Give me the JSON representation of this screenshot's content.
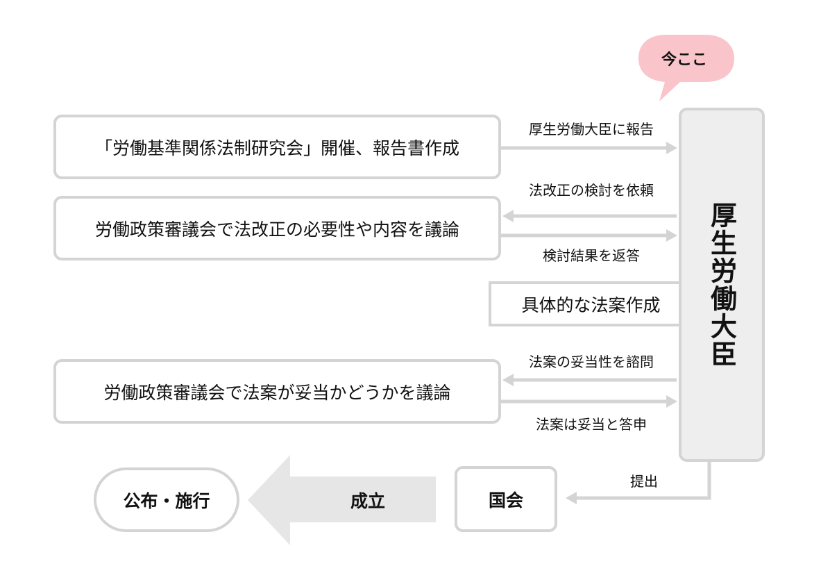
{
  "bubble": {
    "label": "今ここ",
    "color": "#f9c5cb"
  },
  "minister": {
    "label": "厚生労働大臣"
  },
  "steps": {
    "study_group": "「労働基準関係法制研究会」開催、報告書作成",
    "council_revision": "労働政策審議会で法改正の必要性や内容を議論",
    "drafting": "具体的な法案作成",
    "council_bill": "労働政策審議会で法案が妥当かどうかを議論",
    "diet": "国会",
    "promulgation": "公布・施行",
    "enactment": "成立"
  },
  "arrows": {
    "report_to_minister": "厚生労働大臣に報告",
    "request_review": "法改正の検討を依頼",
    "answer_results": "検討結果を返答",
    "consult_validity": "法案の妥当性を諮問",
    "answer_valid": "法案は妥当と答申",
    "submit": "提出"
  },
  "colors": {
    "border": "#d4d4d4",
    "arrow": "#d4d4d4",
    "minister_fill": "#eeeeee",
    "big_arrow_fill": "#e6e6e6"
  }
}
